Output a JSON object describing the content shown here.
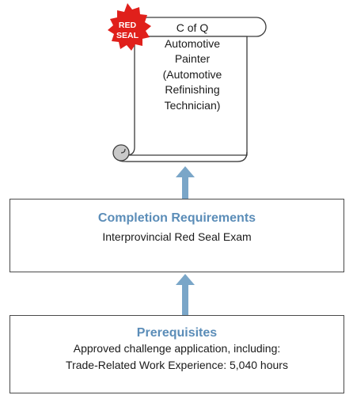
{
  "seal": {
    "lines": [
      "RED",
      "SEAL"
    ],
    "color": "#e0201b"
  },
  "certificate": {
    "lines": [
      "C of Q",
      "Automotive",
      "Painter",
      "(Automotive",
      "Refinishing",
      "Technician)"
    ]
  },
  "completion": {
    "title": "Completion Requirements",
    "line1": "Interprovincial Red Seal Exam"
  },
  "prerequisites": {
    "title": "Prerequisites",
    "line1": "Approved challenge application, including:",
    "line2": "Trade-Related Work Experience: 5,040 hours"
  },
  "colors": {
    "accent": "#5b8db8",
    "arrow": "#7aa6c8",
    "border": "#4a4a4a"
  }
}
